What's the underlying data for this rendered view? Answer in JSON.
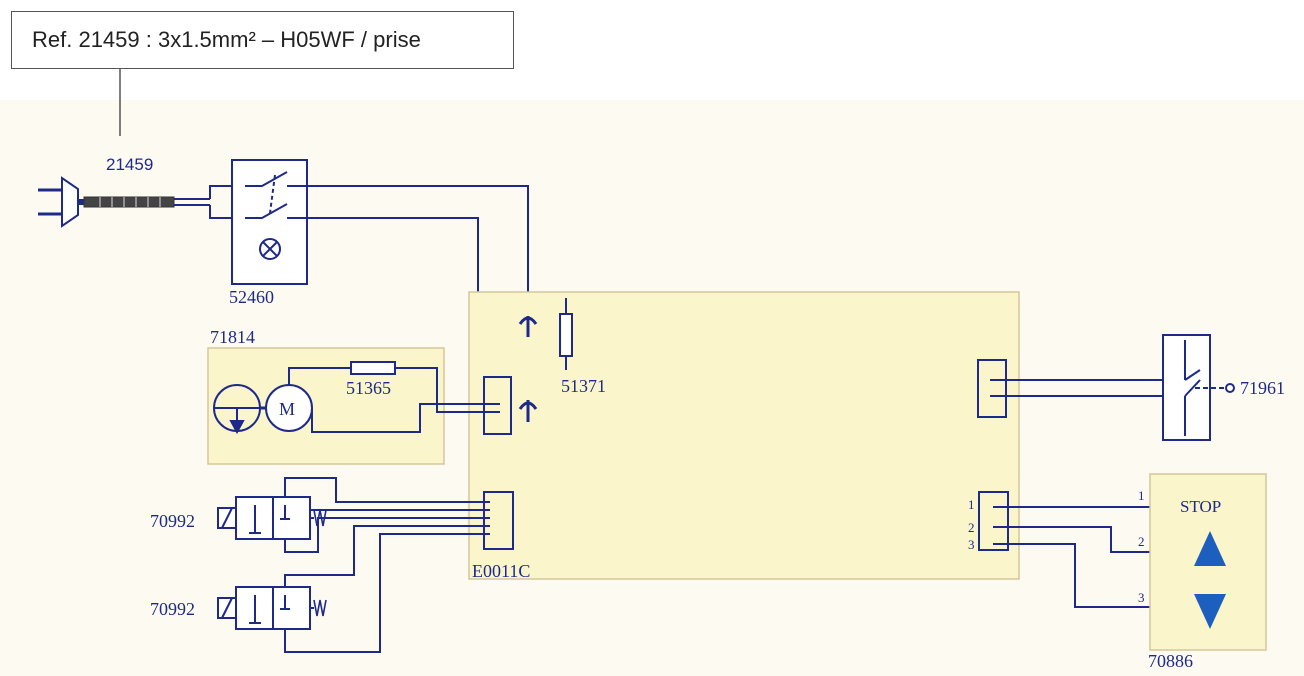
{
  "callout": {
    "text": "Ref. 21459 : 3x1.5mm² – H05WF / prise"
  },
  "labels": {
    "cable": "21459",
    "switch": "52460",
    "pump": "71814",
    "motor_letter": "M",
    "motor_fuse": "51365",
    "board_fuse": "51371",
    "board": "E0011C",
    "limit_switch": "71961",
    "valve_top": "70992",
    "valve_bottom": "70992",
    "pendant": "70886",
    "stop": "STOP",
    "pin_1": "1",
    "pin_2": "2",
    "pin_3": "3",
    "wire_1": "1",
    "wire_2": "2",
    "wire_3": "3"
  },
  "colors": {
    "wire": "#1e2a8a",
    "panel_fill": "#fbf5cc",
    "panel_stroke": "#d4c79a",
    "background_band": "#fdfaf2",
    "arrow_fill": "#1c5fbf"
  }
}
